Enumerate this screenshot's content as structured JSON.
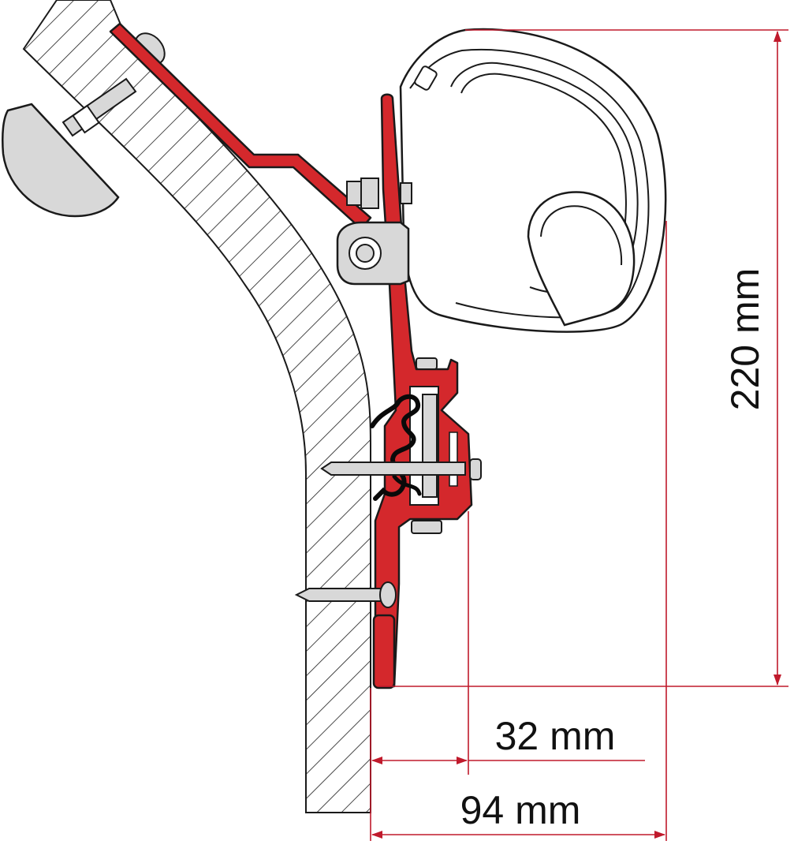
{
  "dimensions": {
    "height_label": "220 mm",
    "offset_label": "32 mm",
    "depth_label": "94 mm"
  },
  "colors": {
    "bracket": "#d4282c",
    "bracket_dark": "#8f1115",
    "dimension_line": "#c01a2c",
    "hardware": "#d8d8d8",
    "outline": "#1a1a1a",
    "wall_fill": "#ffffff"
  },
  "parts": [
    "wall-section-icon",
    "awning-cassette-icon",
    "adapter-bracket-icon",
    "mounting-rail-icon",
    "screw-icon",
    "bolt-nut-icon",
    "clamp-pad-icon"
  ]
}
